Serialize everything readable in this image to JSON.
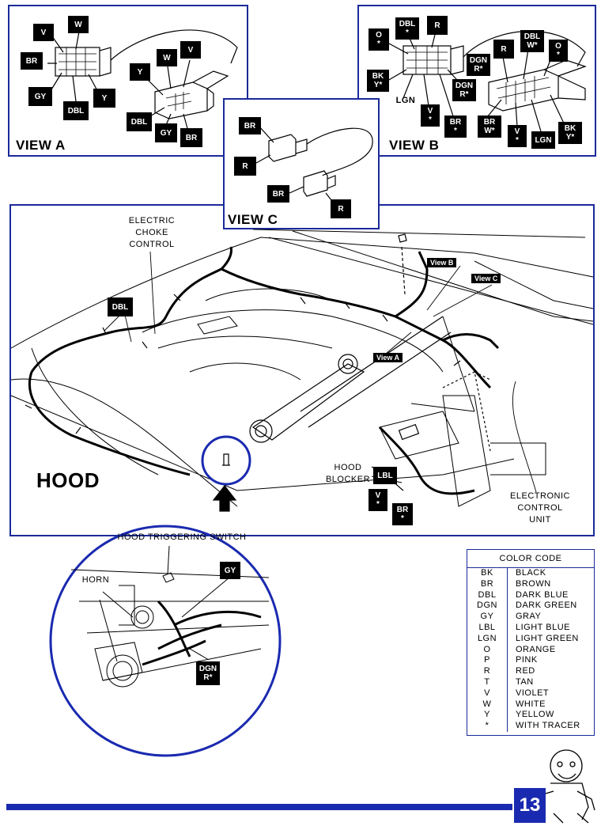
{
  "view_a": {
    "title": "VIEW A",
    "tags": [
      "W",
      "V",
      "BR",
      "GY",
      "DBL",
      "Y",
      "W",
      "V",
      "Y",
      "DBL",
      "GY",
      "BR"
    ],
    "dot_y": "• Y"
  },
  "view_b": {
    "title": "VIEW B",
    "tags": [
      "O\n*",
      "DBL\n*",
      "R",
      "DGN\nR*",
      "BK\nY*",
      "DGN\nR*",
      "V\n*",
      "BR\n*",
      "R",
      "DBL\nW*",
      "O\n*",
      "BR\nW*",
      "V\n*",
      "LGN",
      "BK\nY*"
    ],
    "lgn_label": "LGN"
  },
  "view_c": {
    "title": "VIEW C",
    "tags": [
      "BR",
      "R",
      "BR",
      "R"
    ]
  },
  "main": {
    "electric_choke": "ELECTRIC\nCHOKE\nCONTROL",
    "dbl_tag": "DBL",
    "view_b_tag": "View B",
    "view_c_tag": "View C",
    "view_a_tag": "View A",
    "hood_title": "HOOD",
    "hood_blocker": "HOOD\nBLOCKER",
    "lbl_tag": "LBL",
    "v_tag": "V\n*",
    "br_tag": "BR\n*",
    "ecu": "ELECTRONIC\nCONTROL\nUNIT"
  },
  "detail": {
    "switch_label": "HOOD TRIGGERING SWITCH",
    "horn_label": "HORN",
    "gy_tag": "GY",
    "dgn_tag": "DGN\nR*"
  },
  "legend": {
    "title": "COLOR CODE",
    "rows": [
      {
        "code": "BK",
        "name": "BLACK"
      },
      {
        "code": "BR",
        "name": "BROWN"
      },
      {
        "code": "DBL",
        "name": "DARK BLUE"
      },
      {
        "code": "DGN",
        "name": "DARK GREEN"
      },
      {
        "code": "GY",
        "name": "GRAY"
      },
      {
        "code": "LBL",
        "name": "LIGHT BLUE"
      },
      {
        "code": "LGN",
        "name": "LIGHT GREEN"
      },
      {
        "code": "O",
        "name": "ORANGE"
      },
      {
        "code": "P",
        "name": "PINK"
      },
      {
        "code": "R",
        "name": "RED"
      },
      {
        "code": "T",
        "name": "TAN"
      },
      {
        "code": "V",
        "name": "VIOLET"
      },
      {
        "code": "W",
        "name": "WHITE"
      },
      {
        "code": "Y",
        "name": "YELLOW"
      },
      {
        "code": "*",
        "name": "WITH TRACER"
      }
    ]
  },
  "page_number": "13",
  "colors": {
    "frame": "#1a2a9a",
    "accent": "#1a2ab0",
    "ink": "#000000"
  },
  "icons": [
    "mascot-icon"
  ]
}
